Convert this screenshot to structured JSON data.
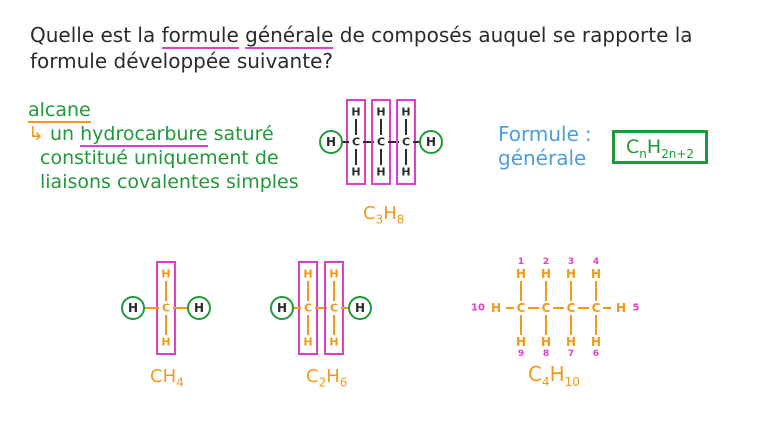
{
  "question": {
    "part1": "Quelle est la ",
    "formule": "formule",
    "space": " ",
    "generale": "générale",
    "part2": " de composés auquel se rapporte la formule développée suivante?"
  },
  "definition": {
    "term": "alcane",
    "arrow": "↳",
    "line1_pre": "un ",
    "hydrocarbure": "hydrocarbure",
    "line1_post": " saturé",
    "line2": "constitué uniquement de",
    "line3": "liaisons covalentes simples"
  },
  "formule_generale": {
    "label1": "Formule",
    "colon": ":",
    "label2": "générale",
    "C": "C",
    "n": "n",
    "H": "H",
    "sub": "2n+2"
  },
  "molecules": {
    "propane_label": {
      "main1": "C",
      "sub1": "3",
      "main2": "H",
      "sub2": "8"
    },
    "methane_label": {
      "main1": "CH",
      "sub1": "4"
    },
    "ethane_label": {
      "main1": "C",
      "sub1": "2",
      "main2": "H",
      "sub2": "6"
    },
    "butane_label": {
      "main1": "C",
      "sub1": "4",
      "main2": "H",
      "sub2": "10"
    },
    "butane_numbers": [
      "1",
      "2",
      "3",
      "4",
      "5",
      "6",
      "7",
      "8",
      "9",
      "10"
    ],
    "atom_H": "H",
    "atom_C": "C"
  },
  "colors": {
    "green": "#1e9a3a",
    "orange": "#f09a1a",
    "pink": "#e040c8",
    "blue": "#4aa0dc",
    "dark": "#2b2b2b"
  }
}
